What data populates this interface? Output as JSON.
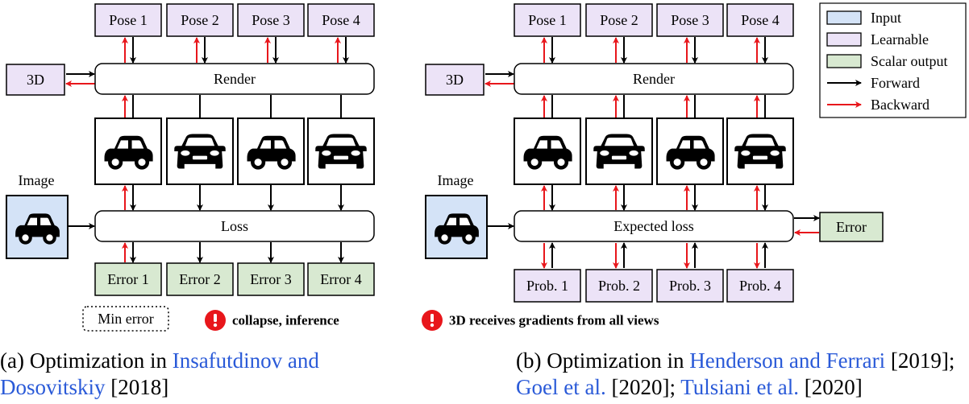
{
  "colors": {
    "input": "#d4e3f7",
    "learnable": "#ece3f7",
    "scalar_output": "#d8e9d1",
    "forward": "#000000",
    "backward": "#e8161b",
    "warning": "#e8161b",
    "link": "#2a5ad8"
  },
  "left": {
    "poses": [
      "Pose 1",
      "Pose 2",
      "Pose 3",
      "Pose 4"
    ],
    "three_d": "3D",
    "render": "Render",
    "image_label": "Image",
    "loss": "Loss",
    "errors": [
      "Error 1",
      "Error 2",
      "Error 3",
      "Error 4"
    ],
    "min_error": "Min error",
    "warning": "collapse, inference",
    "caption": {
      "prefix": "(a) Optimization in ",
      "link": "Insafutdinov and Dosovitskiy",
      "year": "[2018]"
    }
  },
  "right": {
    "poses": [
      "Pose 1",
      "Pose 2",
      "Pose 3",
      "Pose 4"
    ],
    "three_d": "3D",
    "render": "Render",
    "image_label": "Image",
    "loss": "Expected loss",
    "error": "Error",
    "probs": [
      "Prob. 1",
      "Prob. 2",
      "Prob. 3",
      "Prob. 4"
    ],
    "warning": "3D receives gradients from all views",
    "caption": {
      "prefix": "(b) Optimization in ",
      "link1": "Henderson and Ferrari",
      "year1": "[2019]",
      "link2": "Goel et al.",
      "year2": "[2020]",
      "link3": "Tulsiani et al.",
      "year3": "[2020]"
    }
  },
  "legend": {
    "input": "Input",
    "learnable": "Learnable",
    "scalar_output": "Scalar output",
    "forward": "Forward",
    "backward": "Backward"
  },
  "car_views": [
    "car-side-icon",
    "car-front-icon",
    "car-side-icon",
    "car-front-icon"
  ],
  "image_icon": "car-side-icon",
  "warning_icon": "exclamation-icon"
}
